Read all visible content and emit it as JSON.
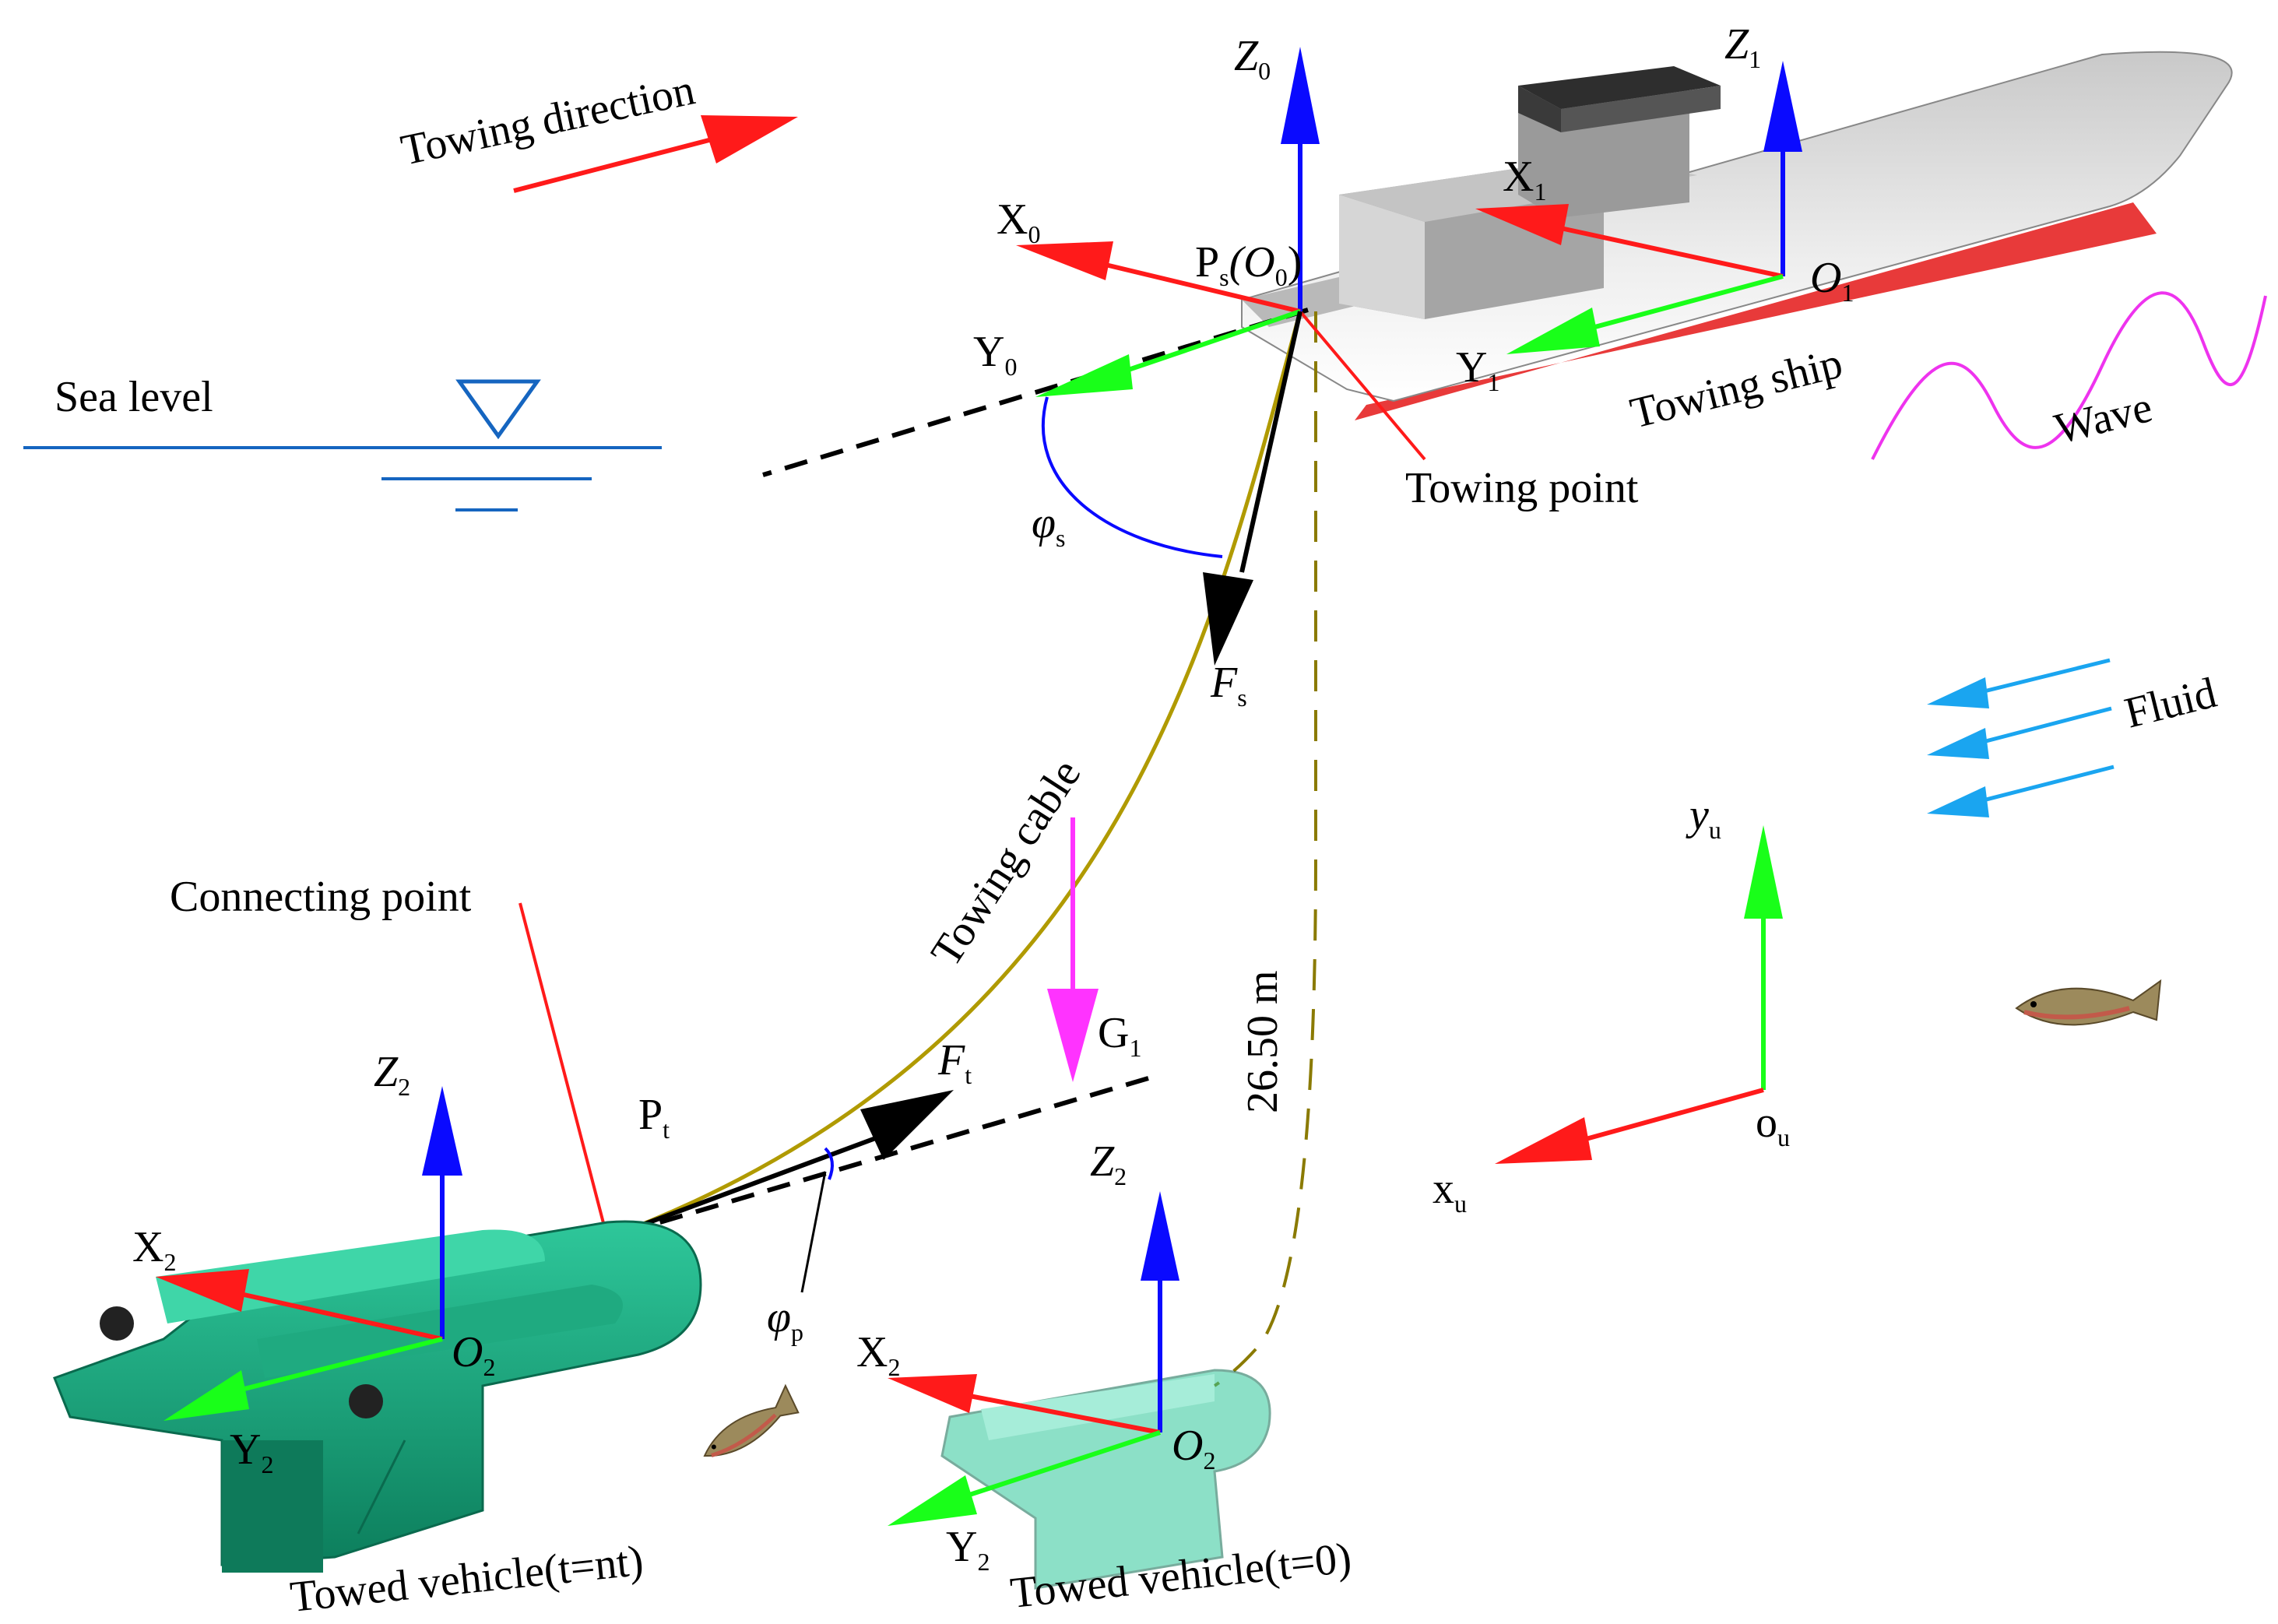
{
  "labels": {
    "towing_direction": "Towing direction",
    "sea_level": "Sea level",
    "towing_point": "Towing point",
    "towing_ship": "Towing ship",
    "wave": "Wave",
    "fluid": "Fluid",
    "towing_cable": "Towing cable",
    "connecting_point": "Connecting point",
    "towed_vehicle_nt": "Towed vehicle(t=nt)",
    "towed_vehicle_0": "Towed vehicle(t=0)",
    "distance": "26.50 m"
  },
  "symbols": {
    "Z0": {
      "main": "Z",
      "sub": "0"
    },
    "X0": {
      "main": "X",
      "sub": "0"
    },
    "Y0": {
      "main": "Y",
      "sub": "0"
    },
    "Z1": {
      "main": "Z",
      "sub": "1"
    },
    "X1": {
      "main": "X",
      "sub": "1"
    },
    "Y1": {
      "main": "Y",
      "sub": "1"
    },
    "O1": {
      "main": "O",
      "sub": "1"
    },
    "Ps": {
      "main": "P",
      "sub": "s",
      "paren": "(O",
      "paren_sub": "0",
      "close": ")"
    },
    "phi_s": {
      "main": "φ",
      "sub": "s"
    },
    "Fs": {
      "main": "F",
      "sub": "s"
    },
    "Ft": {
      "main": "F",
      "sub": "t"
    },
    "G1": {
      "main": "G",
      "sub": "1"
    },
    "Pt": {
      "main": "P",
      "sub": "t"
    },
    "phi_p": {
      "main": "φ",
      "sub": "p"
    },
    "Z2a": {
      "main": "Z",
      "sub": "2"
    },
    "X2a": {
      "main": "X",
      "sub": "2"
    },
    "Y2a": {
      "main": "Y",
      "sub": "2"
    },
    "O2a": {
      "main": "O",
      "sub": "2"
    },
    "Z2b": {
      "main": "Z",
      "sub": "2"
    },
    "X2b": {
      "main": "X",
      "sub": "2"
    },
    "Y2b": {
      "main": "Y",
      "sub": "2"
    },
    "O2b": {
      "main": "O",
      "sub": "2"
    },
    "yu": {
      "main": "y",
      "sub": "u"
    },
    "xu": {
      "main": "x",
      "sub": "u"
    },
    "ou": {
      "main": "o",
      "sub": "u"
    }
  },
  "colors": {
    "x_axis": "#ff1a1a",
    "y_axis": "#19ff19",
    "z_axis": "#0a0aff",
    "force": "#000000",
    "gravity": "#ff33ff",
    "cable": "#a08c00",
    "sea": "#1565c0",
    "wave": "#ee33ee",
    "fluid": "#1aa5f0",
    "vehicle": "#129a72",
    "ship_hull_red": "#e83a3a"
  }
}
